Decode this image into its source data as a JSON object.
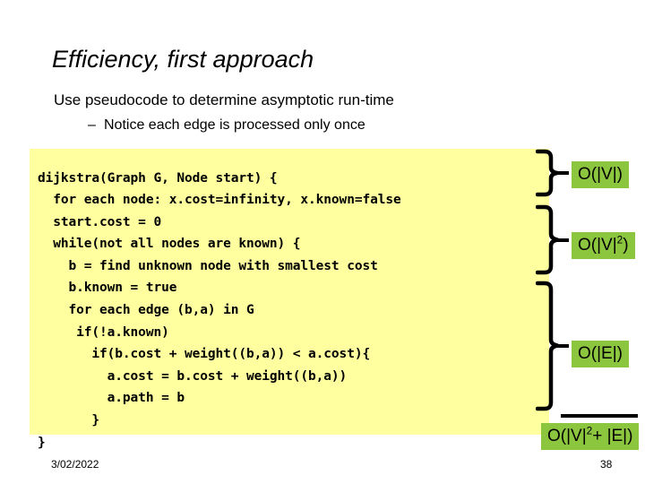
{
  "slide": {
    "title": "Efficiency, first approach",
    "bullets": [
      {
        "level": 1,
        "marker": "",
        "text": "Use pseudocode to determine asymptotic run-time"
      },
      {
        "level": 2,
        "marker": "–",
        "text": "Notice each edge is processed only once"
      }
    ],
    "code": {
      "language": "pseudocode",
      "background_color": "#FFFFA0",
      "lines": [
        "dijkstra(Graph G, Node start) {",
        "  for each node: x.cost=infinity, x.known=false",
        "  start.cost = 0",
        "  while(not all nodes are known) {",
        "    b = find unknown node with smallest cost",
        "    b.known = true",
        "    for each edge (b,a) in G",
        "     if(!a.known)",
        "       if(b.cost + weight((b,a)) < a.cost){",
        "         a.cost = b.cost + weight((b,a))",
        "         a.path = b",
        "       }",
        "}"
      ]
    },
    "annotations": {
      "highlight_color": "#8CC63F",
      "braces": [
        {
          "id": "brace-1",
          "spans_lines": "1-2",
          "label_id": "cost-label-v"
        },
        {
          "id": "brace-2",
          "spans_lines": "4-5",
          "label_id": "cost-label-v2"
        },
        {
          "id": "brace-3",
          "spans_lines": "7-12",
          "label_id": "cost-label-e"
        }
      ],
      "costs": [
        {
          "id": "cost-label-v",
          "base": "O(|V|)",
          "text": "O(|V|)"
        },
        {
          "id": "cost-label-v2",
          "base": "O(|V|",
          "sup": "2",
          "tail": ")",
          "text": "O(|V|2)"
        },
        {
          "id": "cost-label-e",
          "base": "O(|E|)",
          "text": "O(|E|)"
        },
        {
          "id": "cost-label-total",
          "base": "O(|V|",
          "sup": "2",
          "tail": "+ |E|)",
          "text": "O(|V|2+ |E|)"
        }
      ]
    },
    "footer": {
      "date": "3/02/2022",
      "page_number": "38"
    }
  }
}
